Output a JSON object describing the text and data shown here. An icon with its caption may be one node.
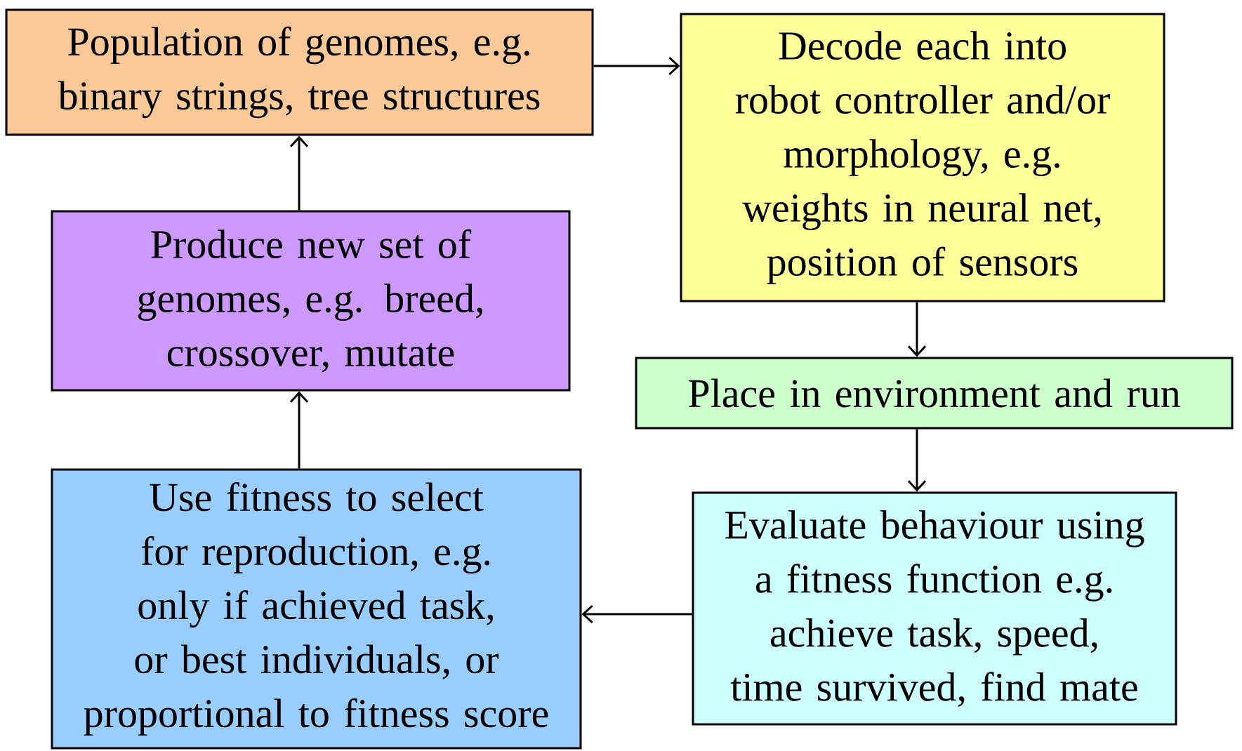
{
  "diagram": {
    "nodes": [
      {
        "text": [
          "Population of genomes, e.g. binary strings, tree structures"
        ]
      },
      {
        "text": [
          "Decode each into robot controller and/or morphology, e.g. weights in neural net, position of sensors"
        ]
      },
      {
        "text": [
          "Place in environment and run"
        ]
      },
      {
        "text": [
          "Evaluate behaviour using a fitness function e.g. achieve task, speed, time survived, find mate"
        ]
      },
      {
        "text": [
          "Use fitness to select for reproduction, e.g. only if achieved task, or best individuals, or proportional to fitness score"
        ]
      },
      {
        "text": [
          "Produce new set of genomes, e.g. breed, crossover, mutate"
        ]
      }
    ],
    "edges": [
      {
        "from": 0,
        "to": 1,
        "arrow": "to"
      },
      {
        "from": 1,
        "to": 2,
        "arrow": "to"
      },
      {
        "from": 2,
        "to": 3,
        "arrow": "to"
      },
      {
        "from": 3,
        "to": 4,
        "arrow": "to"
      },
      {
        "from": 4,
        "to": 5,
        "arrow": "to"
      },
      {
        "from": 5,
        "to": 0,
        "arrow": "to"
      }
    ]
  }
}
